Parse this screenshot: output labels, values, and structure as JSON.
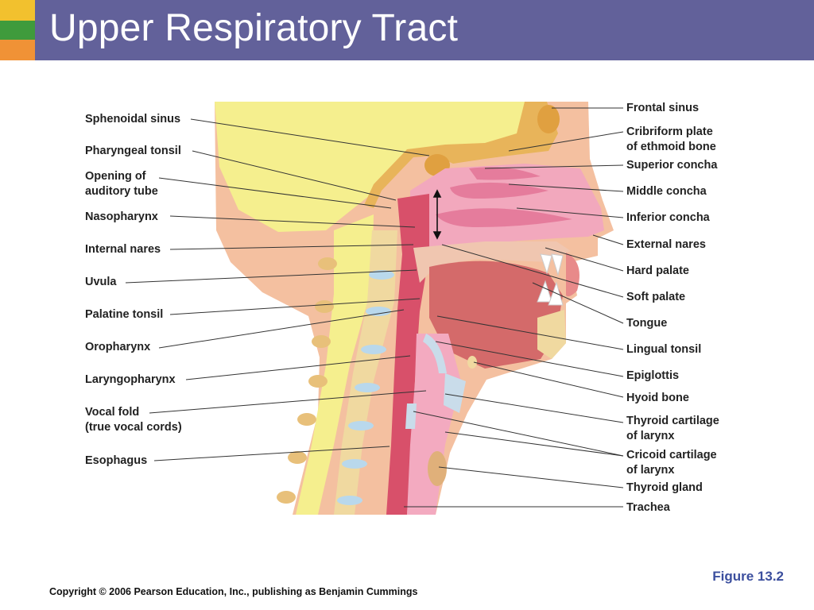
{
  "title": "Upper Respiratory Tract",
  "colors": {
    "title_bar": "#62619a",
    "accent_yellow": "#f2c12e",
    "accent_green": "#3f9b3c",
    "accent_orange": "#f09236",
    "figure_label": "#3c4f9e"
  },
  "labels_left": [
    "Sphenoidal sinus",
    "Pharyngeal tonsil",
    "Opening of",
    "auditory tube",
    "Nasopharynx",
    "Internal nares",
    "Uvula",
    "Palatine tonsil",
    "Oropharynx",
    "Laryngopharynx",
    "Vocal fold",
    "(true vocal cords)",
    "Esophagus"
  ],
  "labels_right": [
    "Frontal sinus",
    "Cribriform plate",
    "of ethmoid bone",
    "Superior concha",
    "Middle concha",
    "Inferior concha",
    "External nares",
    "Hard palate",
    "Soft palate",
    "Tongue",
    "Lingual tonsil",
    "Epiglottis",
    "Hyoid bone",
    "Thyroid cartilage",
    "of larynx",
    "Cricoid cartilage",
    "of larynx",
    "Thyroid gland",
    "Trachea"
  ],
  "figure": "Figure 13.2",
  "copyright": "Copyright © 2006 Pearson Education, Inc., publishing as Benjamin Cummings"
}
